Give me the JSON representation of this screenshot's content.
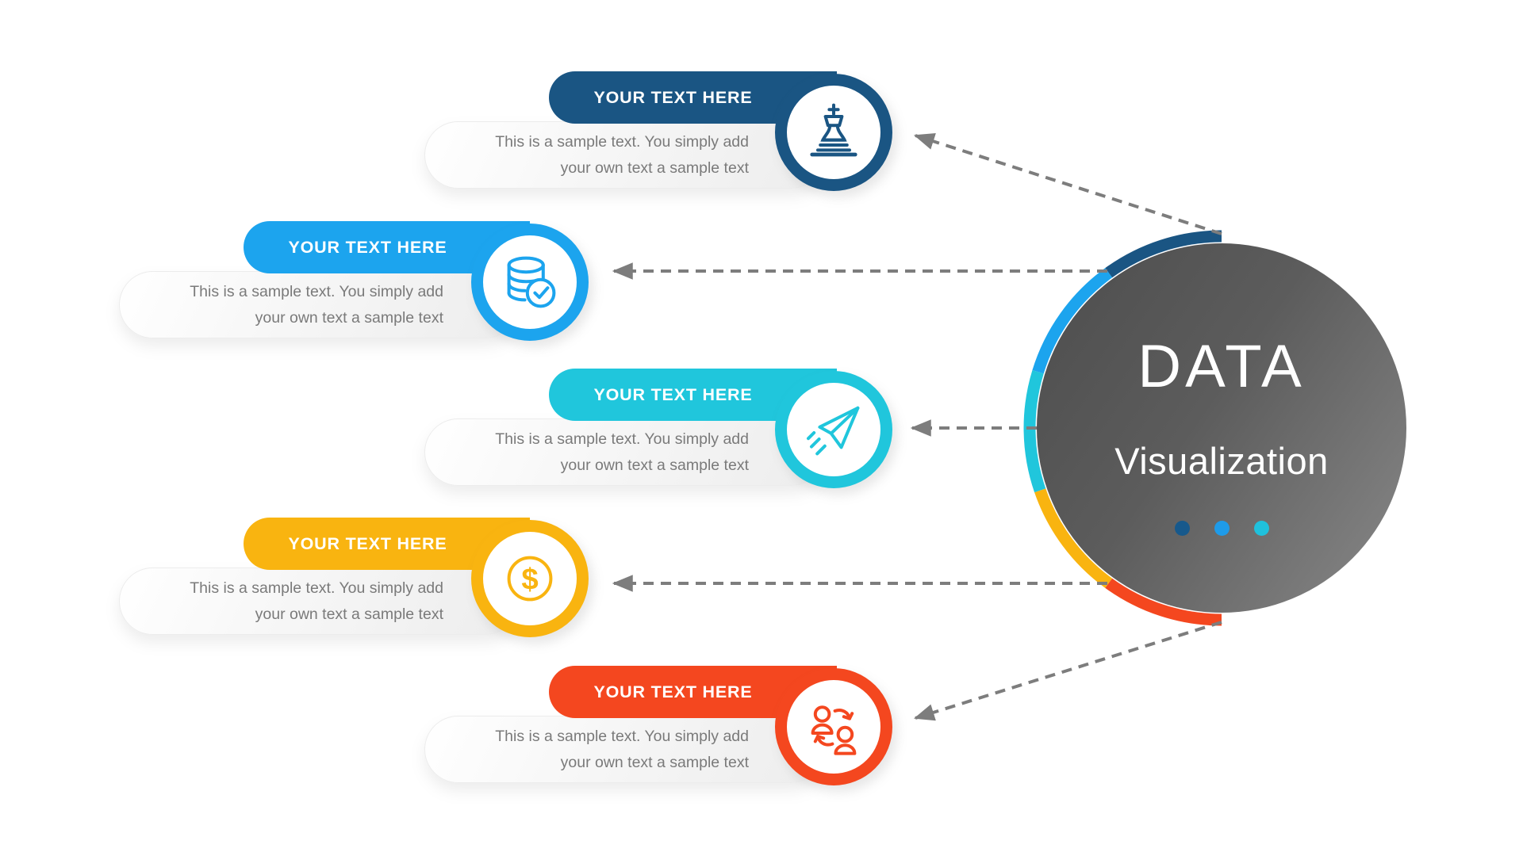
{
  "theme": {
    "background": "#ffffff",
    "connector_color": "#7d7d7d",
    "description_text_color": "#7a7a7a",
    "row_colors": [
      "#1A5583",
      "#1CA4EE",
      "#20C6DC",
      "#F9B410",
      "#F4471F"
    ]
  },
  "center_circle": {
    "title": "DATA",
    "subtitle": "Visualization",
    "dots": [
      {
        "name": "navy-dot",
        "color": "#17598C"
      },
      {
        "name": "blue-dot",
        "color": "#1E9BE9"
      },
      {
        "name": "cyan-dot",
        "color": "#1FC1DD"
      }
    ]
  },
  "rows": [
    {
      "title": "YOUR TEXT HERE",
      "description_line1": "This is a sample text. You simply add",
      "description_line2": "your own text a sample text",
      "icon": "chess-strategy-icon",
      "color": "#1A5583"
    },
    {
      "title": "YOUR TEXT HERE",
      "description_line1": "This is a sample text. You simply add",
      "description_line2": "your own text a sample text",
      "icon": "database-check-icon",
      "color": "#1CA4EE"
    },
    {
      "title": "YOUR TEXT HERE",
      "description_line1": "This is a sample text. You simply add",
      "description_line2": "your own text a sample text",
      "icon": "paper-plane-icon",
      "color": "#20C6DC"
    },
    {
      "title": "YOUR TEXT HERE",
      "description_line1": "This is a sample text. You simply add",
      "description_line2": "your own text a sample text",
      "icon": "dollar-coin-icon",
      "color": "#F9B410"
    },
    {
      "title": "YOUR TEXT HERE",
      "description_line1": "This is a sample text. You simply add",
      "description_line2": "your own text a sample text",
      "icon": "people-exchange-icon",
      "color": "#F4471F"
    }
  ]
}
